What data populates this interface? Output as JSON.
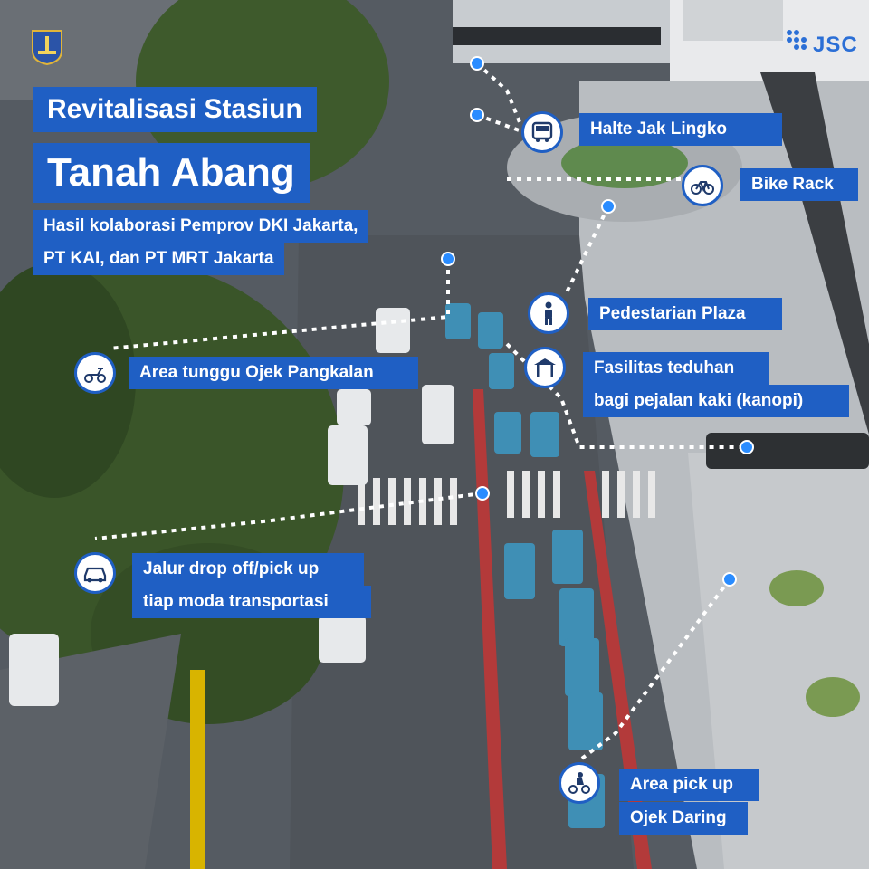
{
  "title": {
    "line1": "Revitalisasi Stasiun",
    "line2": "Tanah Abang",
    "sub1": "Hasil kolaborasi Pemprov DKI Jakarta,",
    "sub2": "PT KAI, dan PT MRT Jakarta"
  },
  "logo": {
    "jsc": "JSC"
  },
  "labels": {
    "halte": "Halte Jak Lingko",
    "bike": "Bike Rack",
    "pedestrian": "Pedestarian Plaza",
    "kanopi1": "Fasilitas teduhan",
    "kanopi2": "bagi pejalan kaki (kanopi)",
    "ojek_pangkalan": "Area tunggu Ojek Pangkalan",
    "dropoff1": "Jalur drop off/pick up",
    "dropoff2": "tiap moda transportasi",
    "ojek_daring1": "Area pick up",
    "ojek_daring2": "Ojek Daring"
  },
  "icons": [
    "bus-icon",
    "bicycle-icon",
    "pedestrian-icon",
    "canopy-icon",
    "scooter-icon",
    "car-icon",
    "motorbike-rider-icon"
  ],
  "colors": {
    "label_bg": "#1f5fc4",
    "dot": "#2a8cff",
    "line": "#ffffff"
  }
}
